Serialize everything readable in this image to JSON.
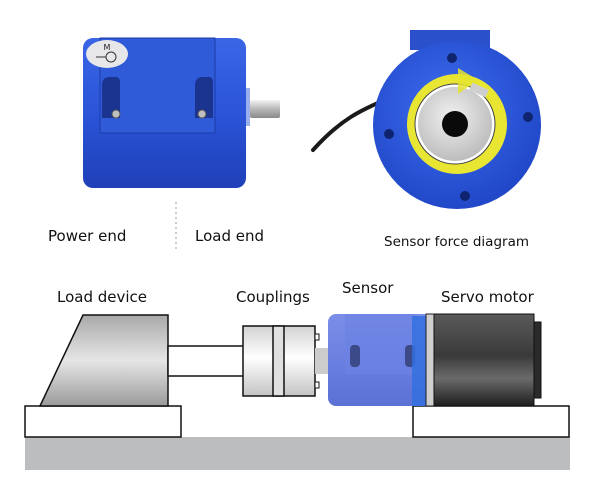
{
  "top_labels": {
    "power_end": "Power end",
    "load_end": "Load end",
    "sensor_force_diagram": "Sensor force diagram"
  },
  "bottom_labels": {
    "load_device": "Load device",
    "couplings": "Couplings",
    "sensor": "Sensor",
    "servo_motor": "Servo motor"
  },
  "sticker": {
    "letter": "M"
  },
  "colors": {
    "sensor_blue": "#2a52d6",
    "ring_yellow": "#e8e633",
    "ground_gray": "#bcbdbf",
    "motor_dark": "#2b2b2b"
  }
}
